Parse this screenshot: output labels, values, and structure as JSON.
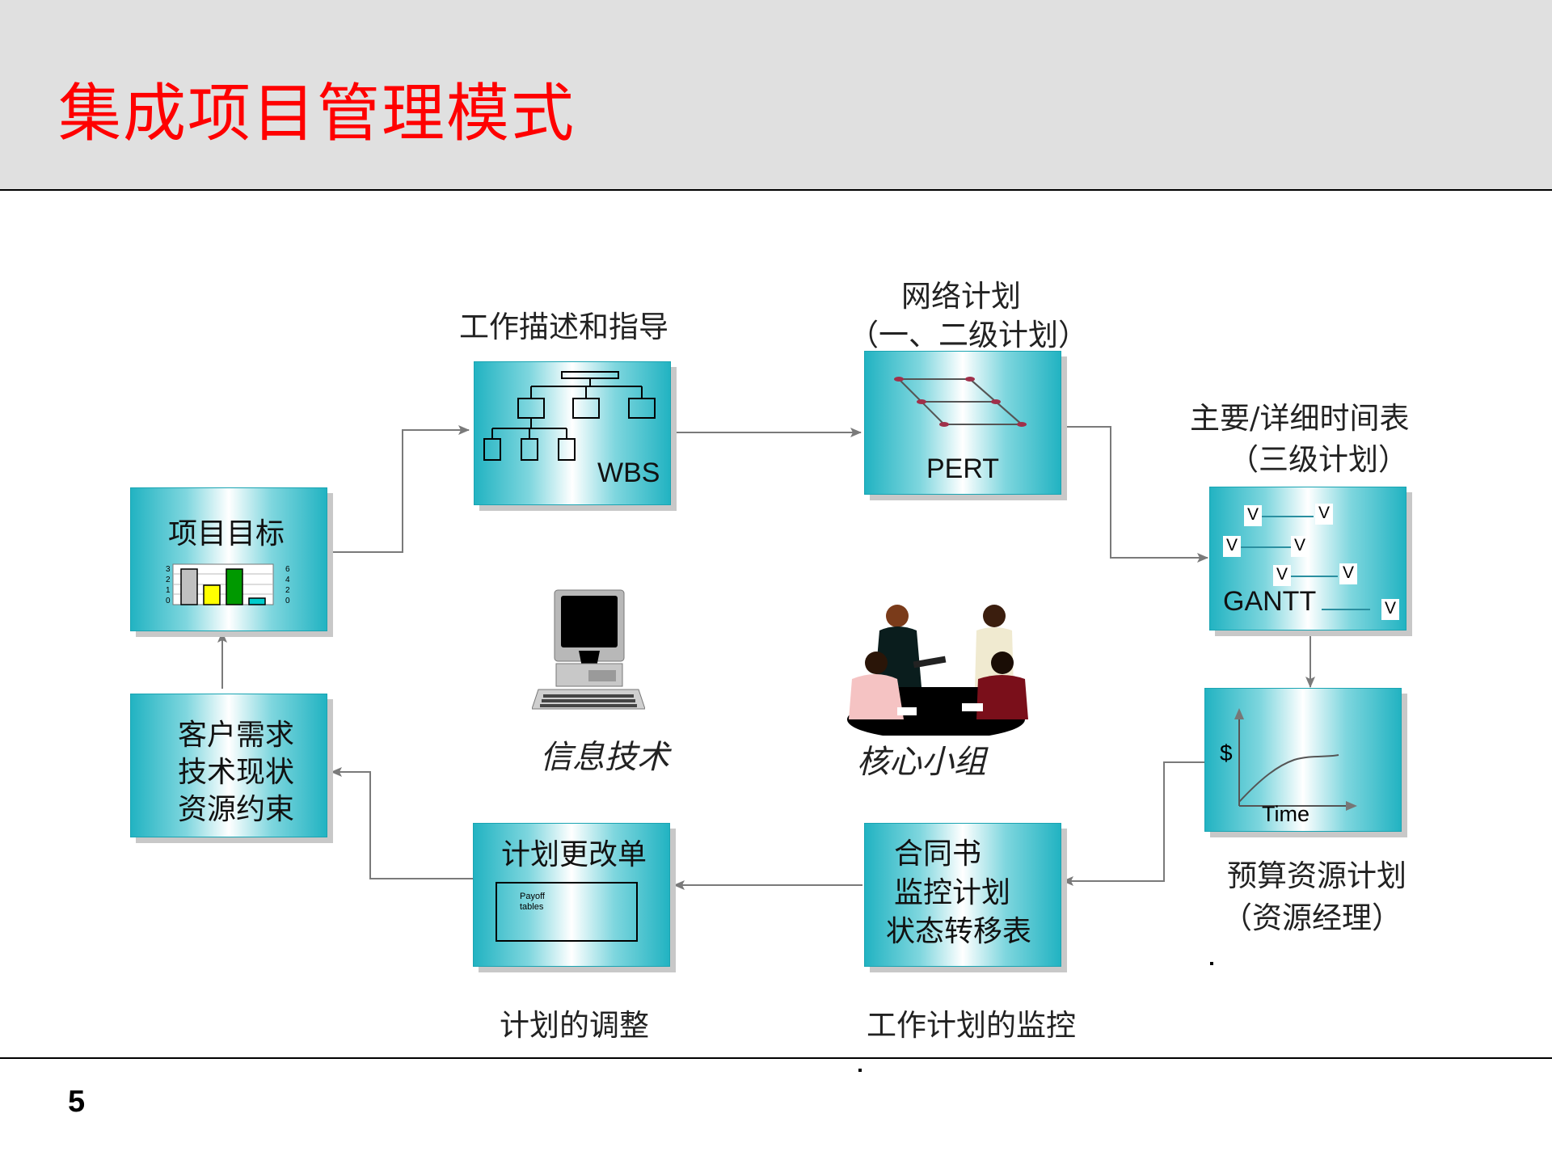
{
  "title": "集成项目管理模式",
  "page_number": "5",
  "boxes": {
    "wbs": {
      "caption": "工作描述和指导",
      "inner": "WBS"
    },
    "pert": {
      "caption_line1": "网络计划",
      "caption_line2": "（一、二级计划）",
      "inner": "PERT"
    },
    "gantt": {
      "caption_line1": "主要/详细时间表",
      "caption_line2": "（三级计划）",
      "inner": "GANTT",
      "marks": [
        "V",
        "V",
        "V",
        "V",
        "V",
        "V",
        "V"
      ]
    },
    "goal": {
      "inner": "项目目标",
      "axis_left": [
        "3",
        "2",
        "1",
        "0"
      ],
      "axis_right": [
        "6",
        "4",
        "2",
        "0"
      ]
    },
    "budget": {
      "caption_line1": "预算资源计划",
      "caption_line2": "（资源经理）",
      "y_label": "$",
      "x_label": "Time"
    },
    "customer": {
      "lines": [
        "客户需求",
        "技术现状",
        "资源约束"
      ]
    },
    "change": {
      "inner": "计划更改单",
      "note_line1": "Payoff",
      "note_line2": "tables",
      "caption": "计划的调整"
    },
    "monitor": {
      "lines": [
        "合同书",
        "监控计划",
        "状态转移表"
      ],
      "caption": "工作计划的监控"
    }
  },
  "center": {
    "it_label": "信息技术",
    "team_label": "核心小组"
  },
  "colors": {
    "title": "#ff0000",
    "box": "#22b3c2",
    "header_bg": "#e0e0e0"
  }
}
